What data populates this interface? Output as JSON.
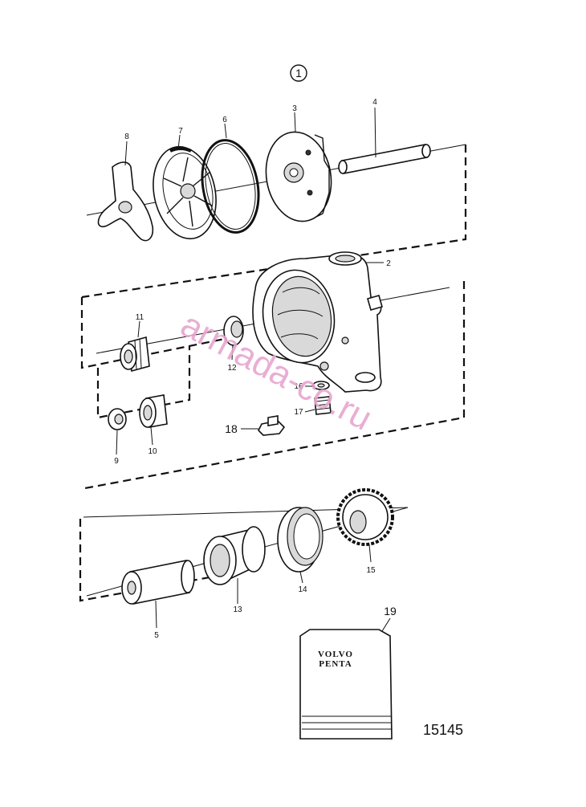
{
  "diagram": {
    "figure_marker": "1",
    "drawing_number": "15145",
    "watermark": "armada-co.ru",
    "kit_brand_line1": "VOLVO",
    "kit_brand_line2": "PENTA",
    "part_numbers": [
      "2",
      "3",
      "4",
      "5",
      "6",
      "7",
      "8",
      "9",
      "10",
      "11",
      "12",
      "13",
      "14",
      "15",
      "16",
      "17",
      "18",
      "19"
    ]
  }
}
